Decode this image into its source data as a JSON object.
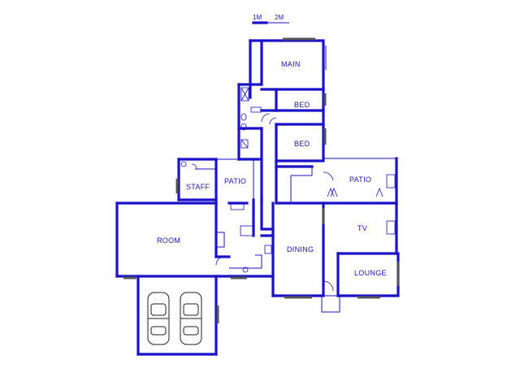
{
  "scale_bar": {
    "label_1": "1M",
    "label_2": "2M"
  },
  "rooms": {
    "main": "MAIN",
    "bed_1": "BED",
    "bed_2": "BED",
    "patio_left": "PATIO",
    "staff": "STAFF",
    "patio_right": "PATIO",
    "room": "ROOM",
    "tv": "TV",
    "dining": "DINING",
    "lounge": "LOUNGE"
  },
  "colors": {
    "wall": "#1a12c8",
    "window": "#555555"
  }
}
